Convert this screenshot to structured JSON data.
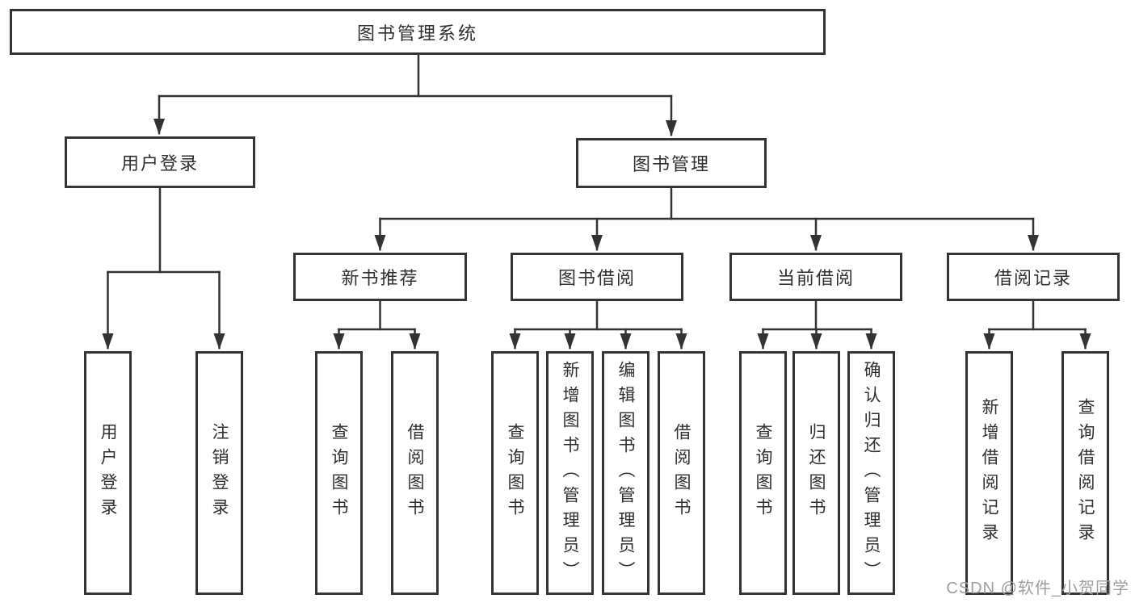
{
  "watermark": "CSDN @软件_小贺同学",
  "colors": {
    "line": "#333333",
    "box_border": "#343434",
    "text": "#2f2f2f",
    "box_background": "#ffffff",
    "watermark": "#9e9e9e"
  },
  "tree": {
    "root": {
      "label": "图书管理系统"
    },
    "branches": [
      {
        "label": "用户登录",
        "leaves": [
          "用户登录",
          "注销登录"
        ]
      },
      {
        "label": "图书管理",
        "groups": [
          {
            "label": "新书推荐",
            "leaves": [
              "查询图书",
              "借阅图书"
            ]
          },
          {
            "label": "图书借阅",
            "leaves": [
              "查询图书",
              "新增图书（管理员）",
              "编辑图书（管理员）",
              "借阅图书"
            ]
          },
          {
            "label": "当前借阅",
            "leaves": [
              "查询图书",
              "归还图书",
              "确认归还（管理员）"
            ]
          },
          {
            "label": "借阅记录",
            "leaves": [
              "新增借阅记录",
              "查询借阅记录"
            ]
          }
        ]
      }
    ]
  }
}
